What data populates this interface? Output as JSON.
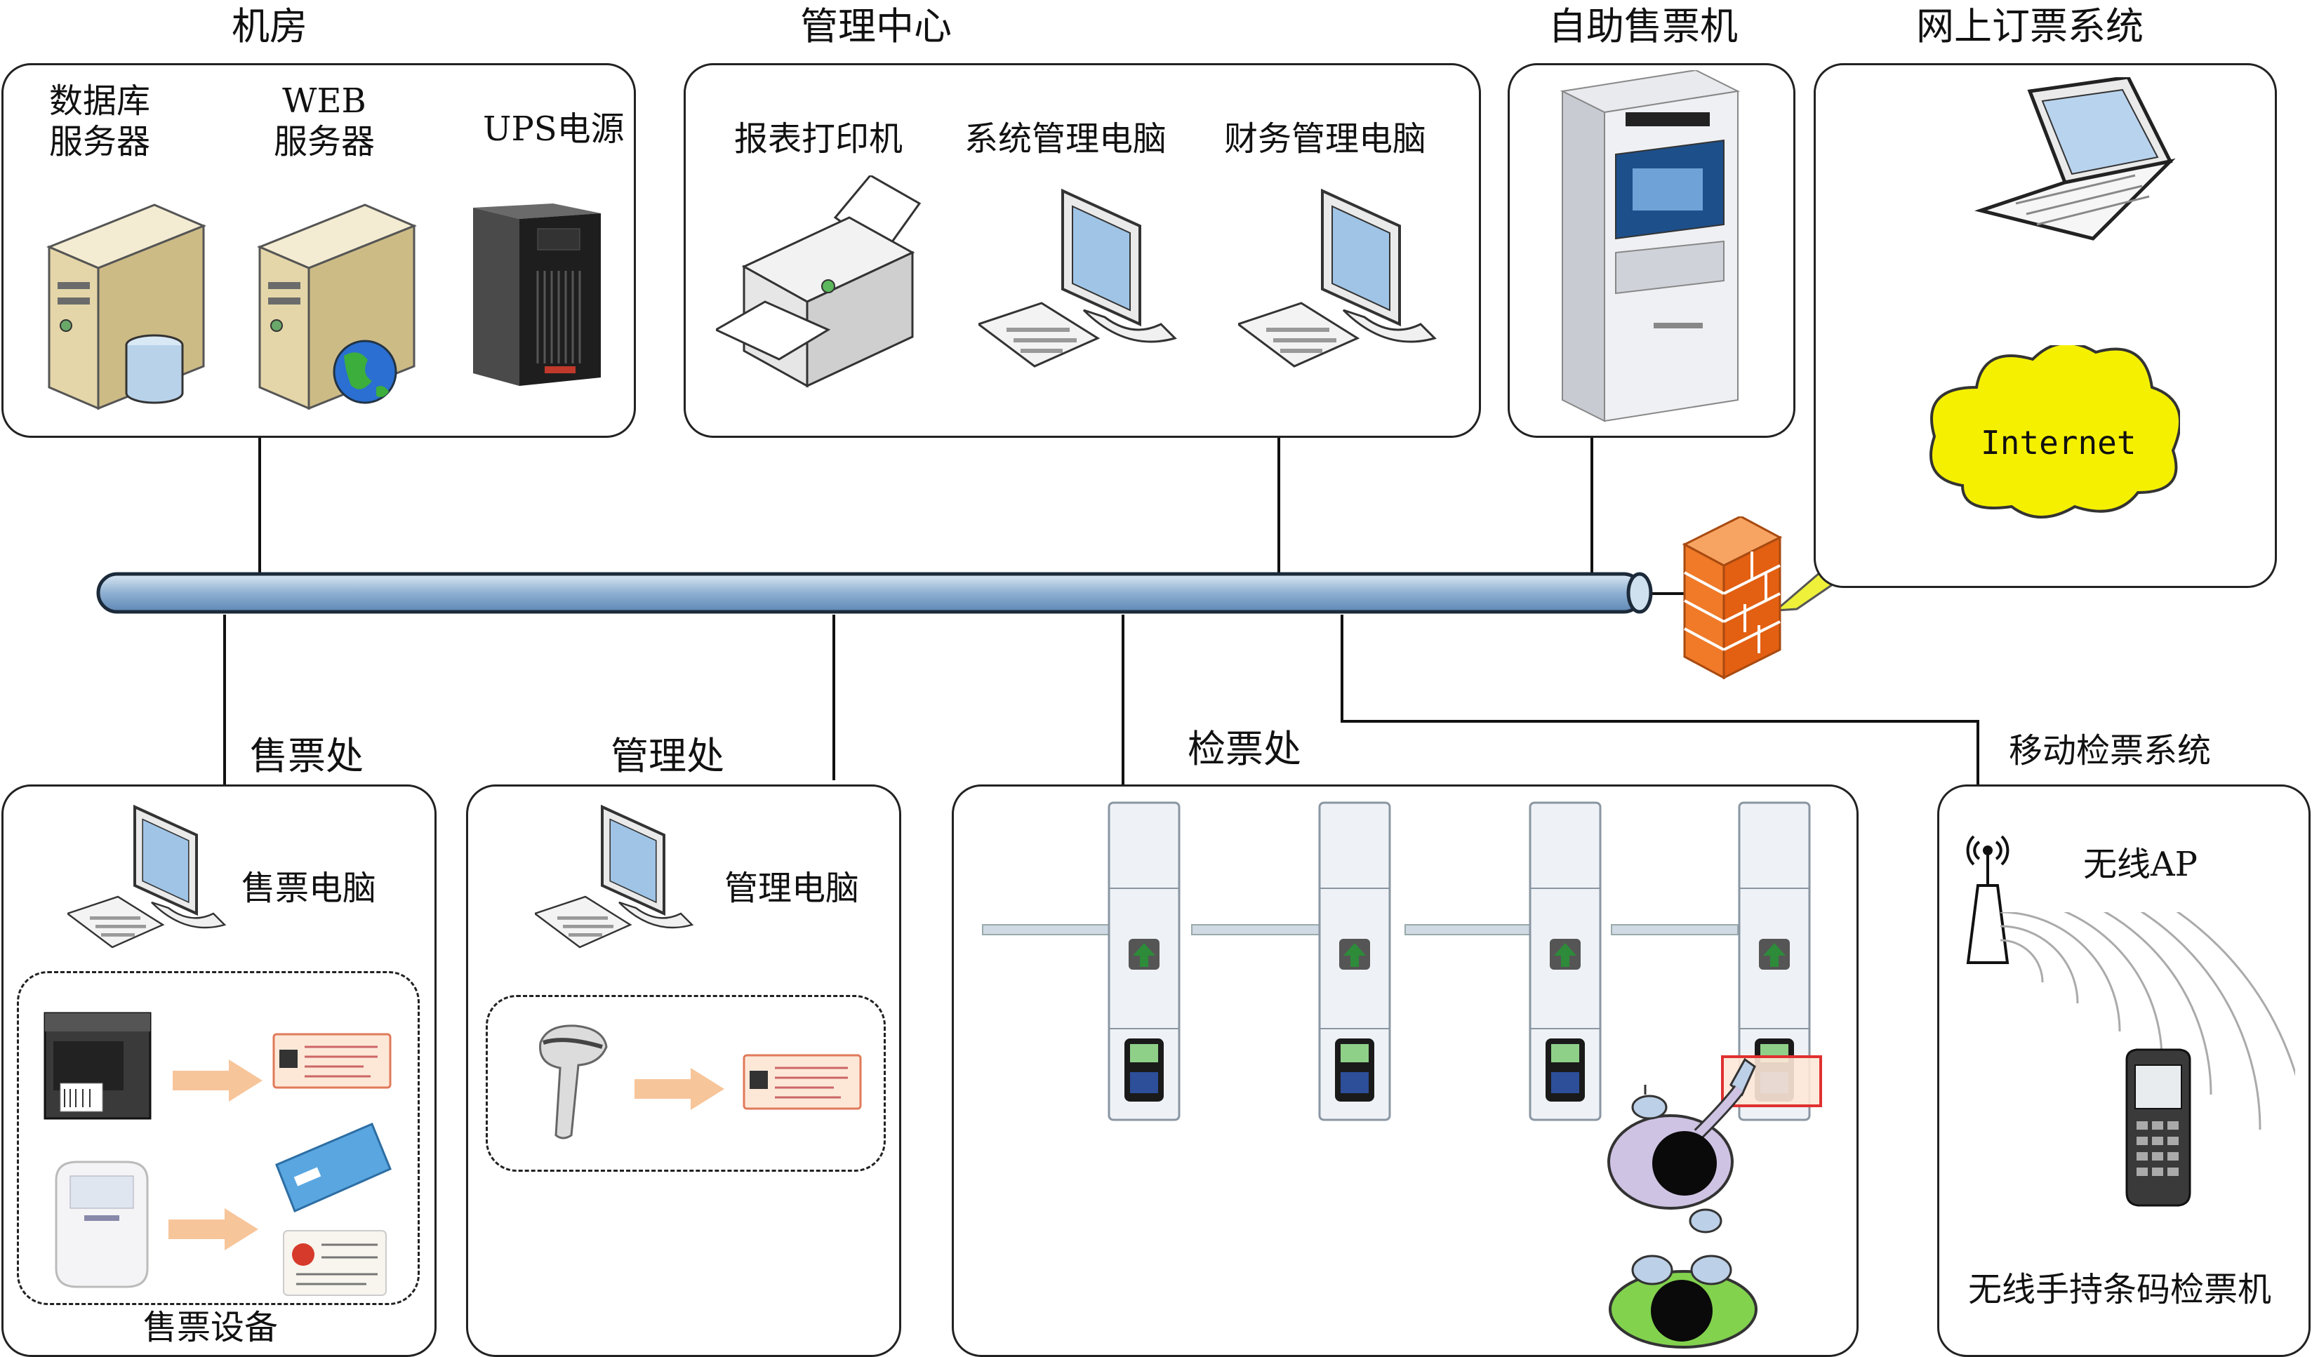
{
  "sections": {
    "server_room": "机房",
    "management_center": "管理中心",
    "self_service_kiosk": "自助售票机",
    "online_booking": "网上订票系统",
    "ticket_office": "售票处",
    "management_office": "管理处",
    "ticket_check": "检票处",
    "mobile_check": "移动检票系统"
  },
  "devices": {
    "database_server": "数据库\n服务器",
    "web_server": "WEB\n服务器",
    "ups": "UPS电源",
    "report_printer": "报表打印机",
    "system_pc": "系统管理电脑",
    "finance_pc": "财务管理电脑",
    "internet": "Internet",
    "ticket_pc": "售票电脑",
    "ticket_equipment": "售票设备",
    "management_pc": "管理电脑",
    "wireless_ap": "无线AP",
    "handheld_scanner": "无线手持条码检票机"
  },
  "colors": {
    "backbone": "#a9c4dd",
    "cloud": "#f5f000",
    "firewall": "#f07a28",
    "arrow": "#f7c59a",
    "gate_arrow": "#2e8b3a"
  }
}
